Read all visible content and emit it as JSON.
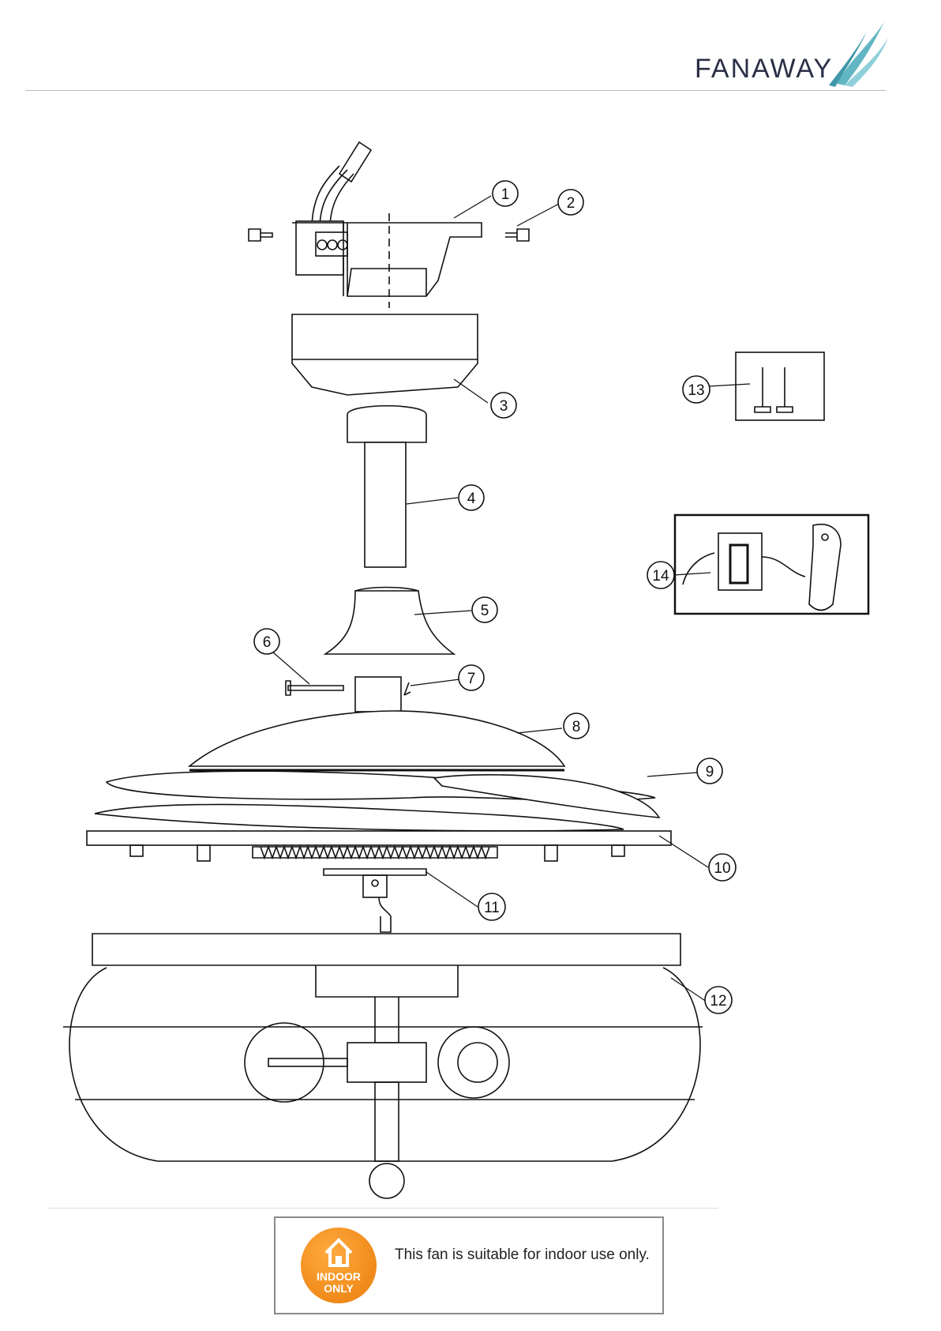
{
  "brand": {
    "name": "FANAWAY",
    "accent": "#62b6c3",
    "ink": "#2a2f46"
  },
  "diagram": {
    "parts": [
      "1",
      "2",
      "3",
      "4",
      "5",
      "6",
      "7",
      "8",
      "9",
      "10",
      "11",
      "12",
      "13",
      "14"
    ]
  },
  "notice": {
    "badge_label": "INDOOR ONLY",
    "badge_icon": "house-icon",
    "text": "This fan is suitable for indoor use only.",
    "badge_color": "#f08a1a"
  }
}
